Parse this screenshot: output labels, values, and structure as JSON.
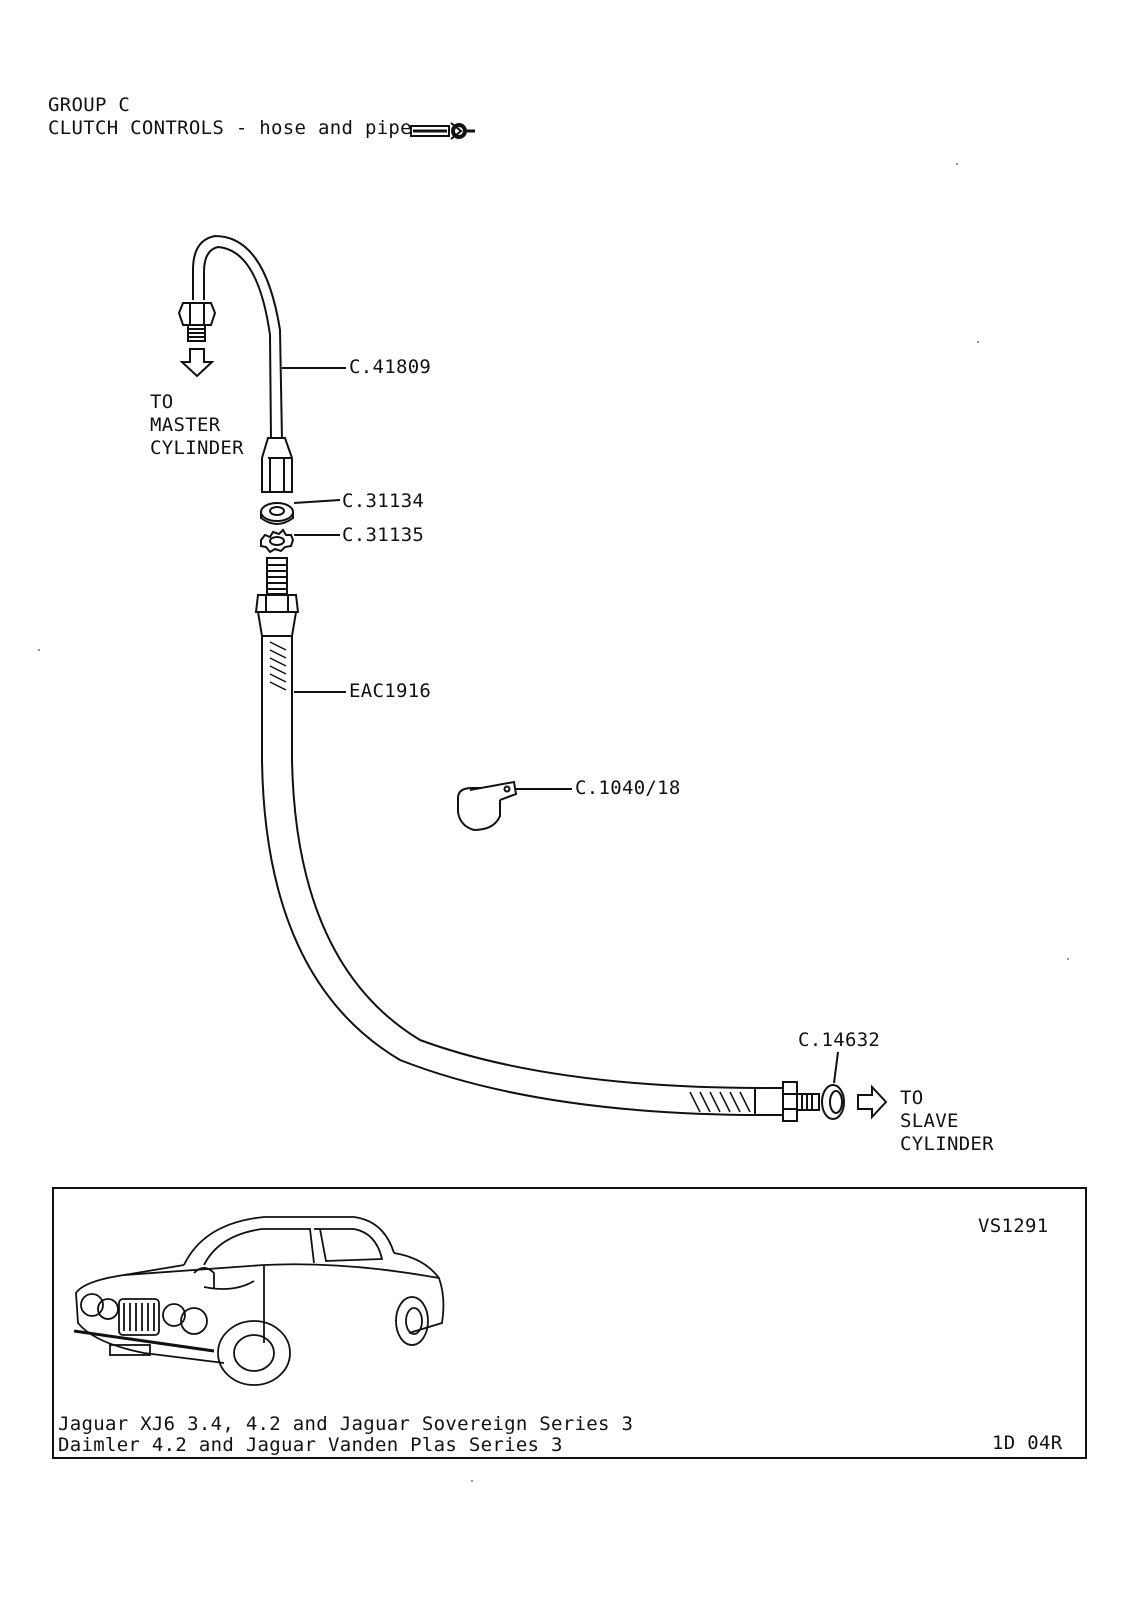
{
  "header": {
    "group": "GROUP C",
    "title": "CLUTCH CONTROLS - hose and pipe",
    "icon": "spanner-icon"
  },
  "notes": {
    "master_to": "TO",
    "master_1": "MASTER",
    "master_2": "CYLINDER",
    "slave_to": "TO",
    "slave_1": "SLAVE",
    "slave_2": "CYLINDER"
  },
  "parts": [
    {
      "part_no": "C.41809"
    },
    {
      "part_no": "C.31134"
    },
    {
      "part_no": "C.31135"
    },
    {
      "part_no": "EAC1916"
    },
    {
      "part_no": "C.1040/18"
    },
    {
      "part_no": "C.14632"
    }
  ],
  "footer": {
    "illustration_ref": "VS1291",
    "models_line1": "Jaguar XJ6 3.4, 4.2 and Jaguar Sovereign Series 3",
    "models_line2": "Daimler 4.2 and Jaguar Vanden Plas Series 3",
    "page_code": "1D 04R"
  }
}
